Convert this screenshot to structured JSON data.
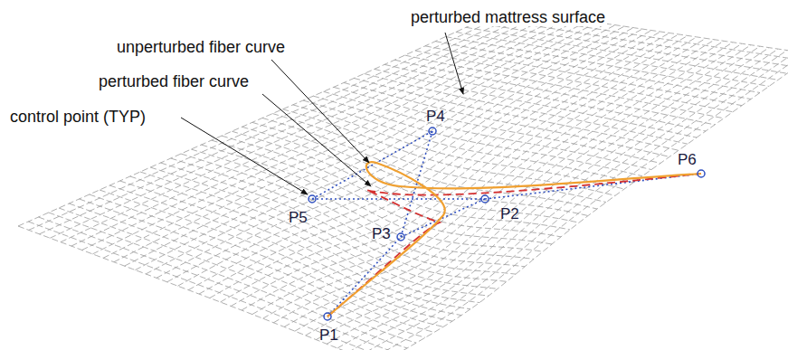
{
  "diagram": {
    "labels": [
      "perturbed mattress surface",
      "unperturbed fiber curve",
      "perturbed fiber curve",
      "control point (TYP)",
      "P4",
      "P5",
      "P3",
      "P2",
      "P6",
      "P1"
    ]
  }
}
